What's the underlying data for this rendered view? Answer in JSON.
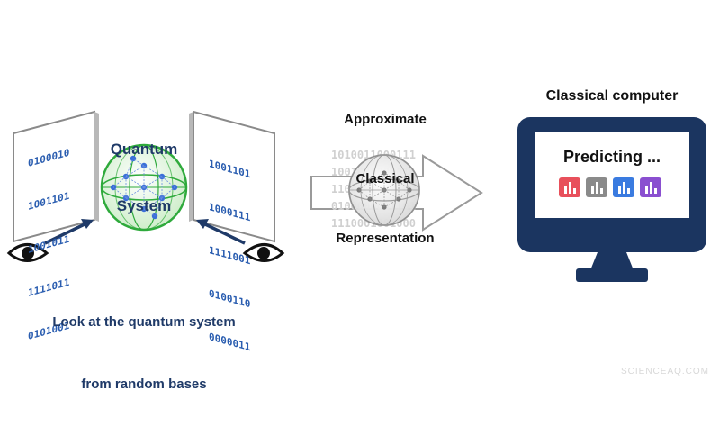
{
  "left_panel": {
    "title_line1": "Quantum",
    "title_line2": "System",
    "left_sheet_bits": [
      "0100010",
      "1001101",
      "1001011",
      "1111011",
      "0101001"
    ],
    "right_sheet_bits": [
      "1001101",
      "1000111",
      "1111001",
      "0100110",
      "0000011"
    ],
    "caption_line1": "Look at the quantum system",
    "caption_line2": "from random bases",
    "colors": {
      "navy": "#1f3a68",
      "sphere_green": "#2faa3c",
      "sphere_fill": "#d7f0d4",
      "node_blue": "#3b6fd8",
      "sheet": "#808080"
    }
  },
  "middle_panel": {
    "title_line1": "Approximate",
    "title_line2": "Classical",
    "title_line3": "Representation",
    "bits": [
      "1010011000111",
      "1001000000011",
      "1100101000100",
      "0100000001101",
      "1110001001000"
    ],
    "colors": {
      "arrow": "#9a9a9a",
      "bits": "#d0d0d0"
    }
  },
  "right_panel": {
    "title": "Classical computer",
    "screen_text": "Predicting ...",
    "chart_icons": [
      "bar-chart-icon-red",
      "bar-chart-icon-gray",
      "bar-chart-icon-blue",
      "bar-chart-icon-purple"
    ],
    "colors": {
      "monitor": "#1b3560",
      "red": "#e8505b",
      "gray": "#8a8a8a",
      "blue": "#3a7be0",
      "purple": "#8a4fd0"
    }
  },
  "watermark": "SCIENCEAQ.COM"
}
